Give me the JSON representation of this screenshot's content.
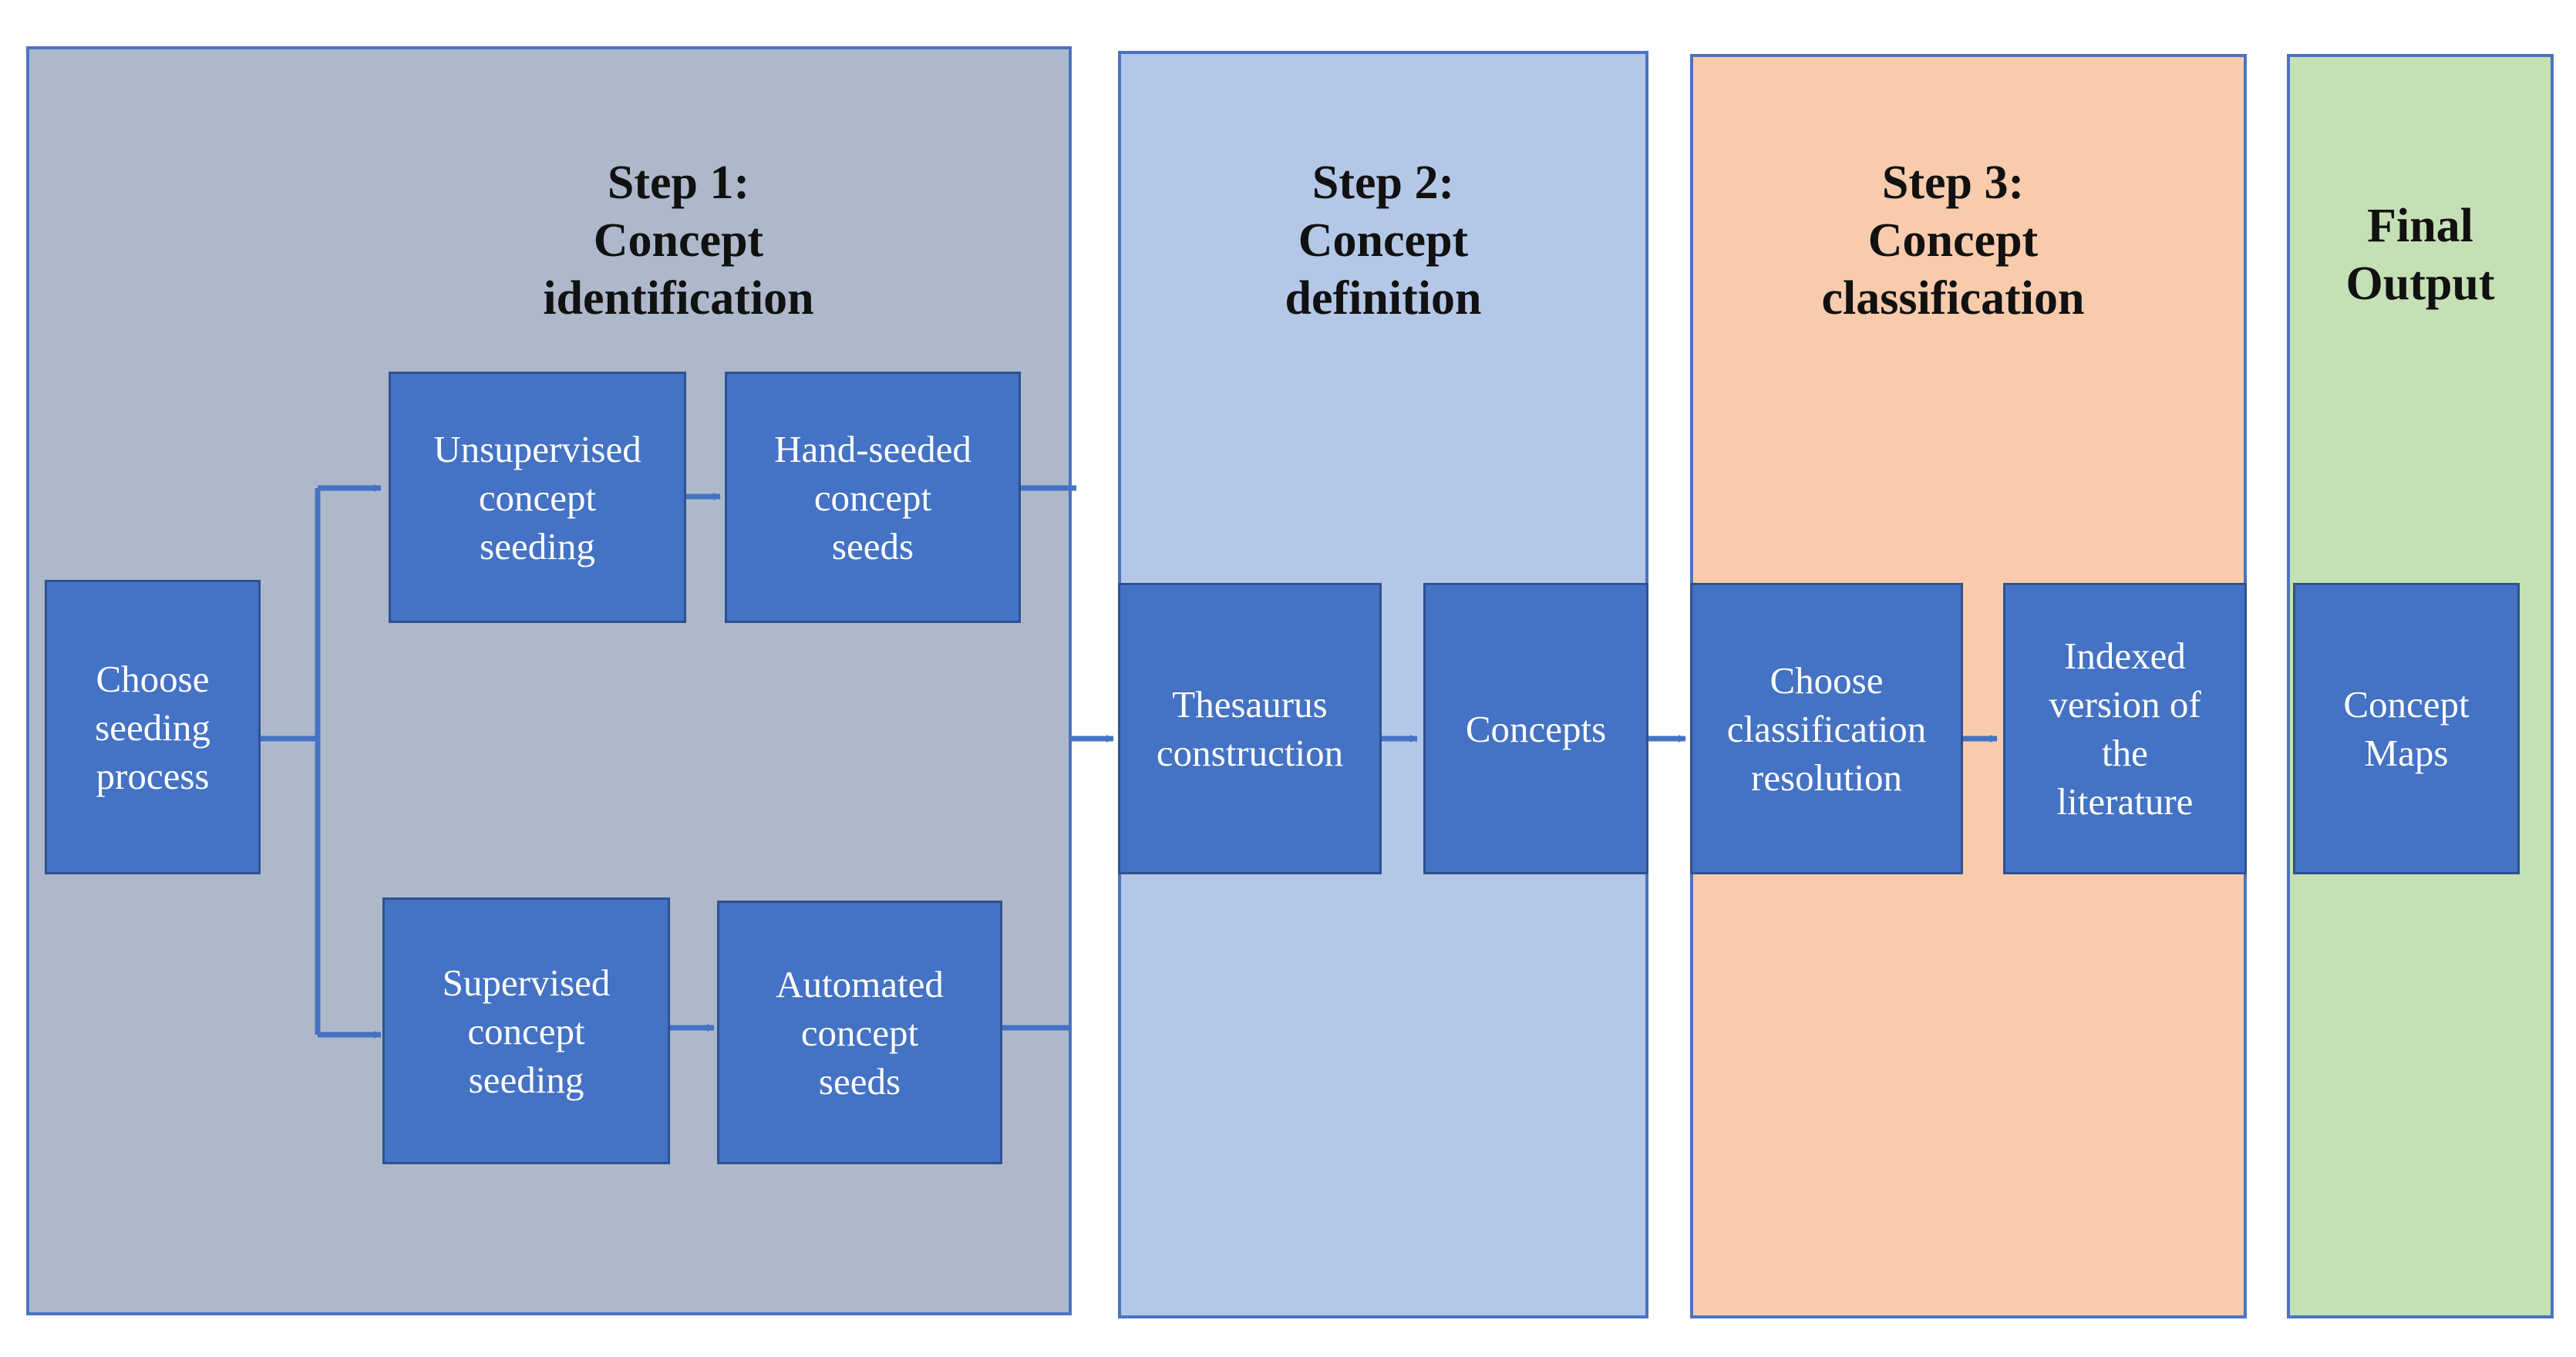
{
  "headings": {
    "step1": "Step 1:\nConcept\nidentification",
    "step2": "Step 2:\nConcept\ndefinition",
    "step3": "Step 3:\nConcept\nclassification",
    "final": "Final\nOutput"
  },
  "nodes": {
    "choose_seeding": "Choose\nseeding\nprocess",
    "unsupervised": "Unsupervised\nconcept\nseeding",
    "hand_seeded": "Hand-seeded\nconcept\nseeds",
    "supervised": "Supervised\nconcept\nseeding",
    "automated": "Automated\nconcept\nseeds",
    "thesaurus": "Thesaurus\nconstruction",
    "concepts": "Concepts",
    "choose_classification": "Choose\nclassification\nresolution",
    "indexed": "Indexed\nversion of\nthe\nliterature",
    "concept_maps": "Concept\nMaps"
  },
  "colors": {
    "step1_bg": "#adb8ca",
    "step2_bg": "#b4c7e7",
    "step3_bg": "#f8cbad",
    "final_bg": "#c5e0b4",
    "node_fill": "#4472c4",
    "connector": "#4472c4"
  }
}
